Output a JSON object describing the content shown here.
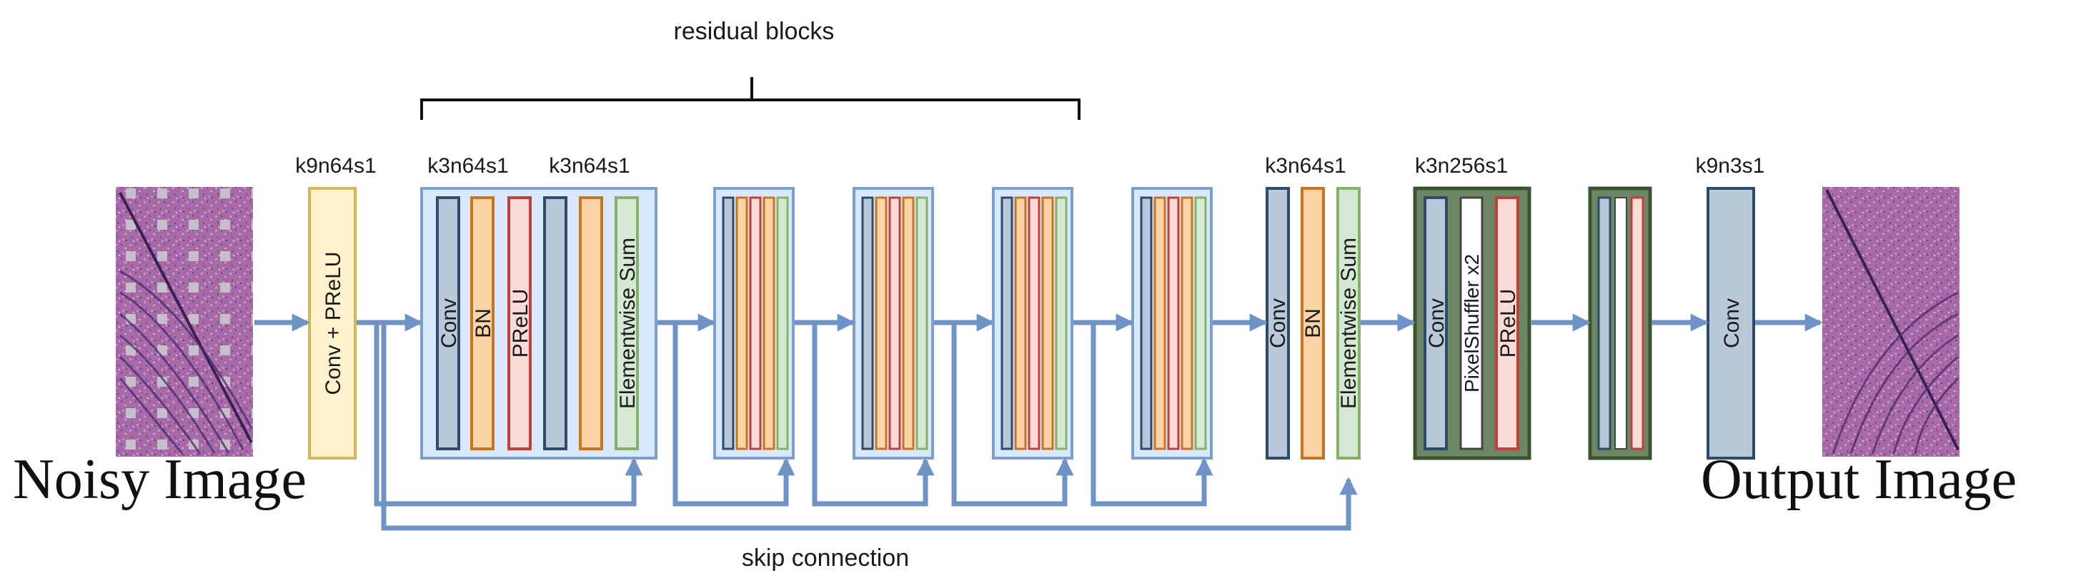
{
  "title": "residual blocks",
  "skip_label": "skip connection",
  "input_label": "Noisy Image",
  "output_label": "Output Image",
  "params": {
    "p1": "k9n64s1",
    "p2": "k3n64s1",
    "p3": "k3n64s1",
    "p4": "k3n64s1",
    "p5": "k3n256s1",
    "p6": "k9n3s1"
  },
  "layers": {
    "first": "Conv + PReLU",
    "rb_conv1": "Conv",
    "rb_bn1": "BN",
    "rb_prelu": "PReLU",
    "rb_sum": "Elementwise Sum",
    "post_conv": "Conv",
    "post_bn": "BN",
    "post_sum": "Elementwise Sum",
    "up_conv": "Conv",
    "up_shuffle": "PixelShuffler x2",
    "up_prelu": "PReLU",
    "final_conv": "Conv"
  },
  "colors": {
    "arrow": "#6f93c6",
    "conv_fill": "#b9c8d8",
    "conv_stroke": "#2d4b6b",
    "bn_fill": "#fbd5a8",
    "bn_stroke": "#c9741f",
    "prelu_fill": "#fadad6",
    "prelu_stroke": "#c0413c",
    "sum_fill": "#d5e8d4",
    "sum_stroke": "#82b366",
    "first_fill": "#fff2cc",
    "first_stroke": "#d6b656",
    "block_fill": "#dae8fc",
    "block_stroke": "#7aa0cd",
    "upsample_fill": "#6d8764",
    "upsample_stroke": "#3a5431",
    "image_base": "#a86ba8"
  },
  "icons": [
    "noisy-image-thumbnail",
    "output-image-thumbnail"
  ]
}
